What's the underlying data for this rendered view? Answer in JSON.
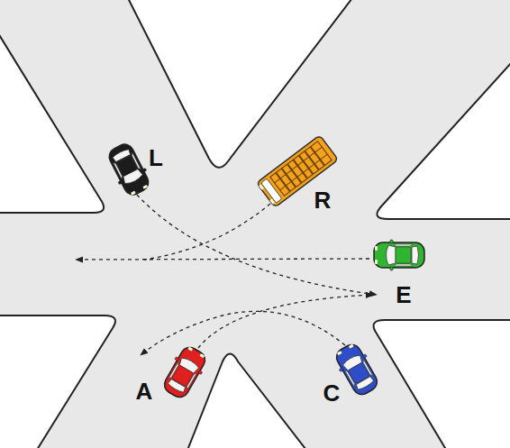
{
  "diagram": {
    "labels": [
      "L",
      "R",
      "E",
      "A",
      "C"
    ]
  }
}
